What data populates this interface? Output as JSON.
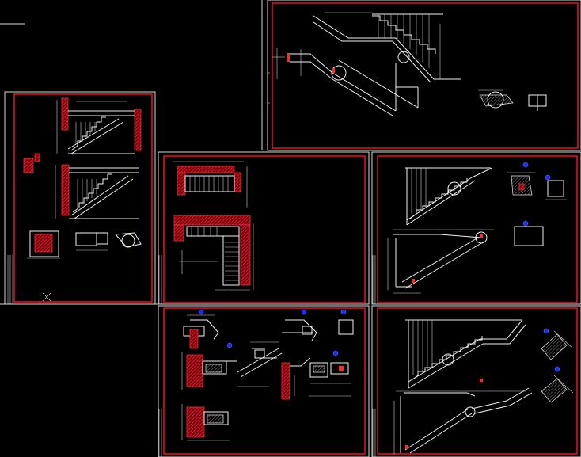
{
  "colors": {
    "background": "#000000",
    "sheet_frame": "#e01020",
    "linework": "#f2f2f2",
    "hatch": "#ff2a2a",
    "marker": "#1a2cff"
  },
  "sheets": [
    {
      "id": "sheet-top-right",
      "kind": "stair-elevation"
    },
    {
      "id": "sheet-left-tall",
      "kind": "stair-sections"
    },
    {
      "id": "sheet-center-middle",
      "kind": "stair-plan"
    },
    {
      "id": "sheet-right-middle",
      "kind": "stair-elevation"
    },
    {
      "id": "sheet-center-bottom",
      "kind": "details"
    },
    {
      "id": "sheet-right-bottom",
      "kind": "stair-elevation"
    }
  ]
}
